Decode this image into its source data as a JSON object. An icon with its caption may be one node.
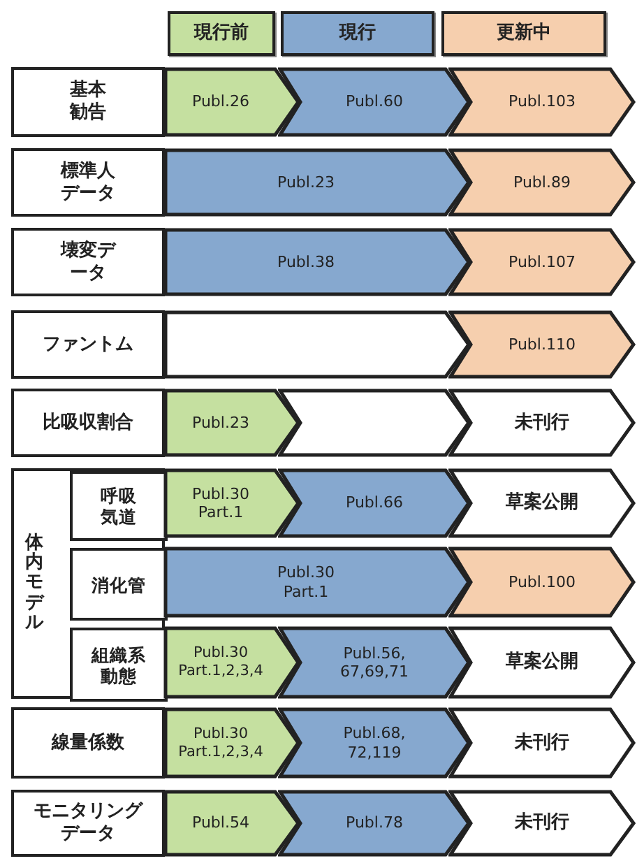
{
  "diagram": {
    "nodes": [
      {
        "text": [
          "現行前"
        ]
      },
      {
        "text": [
          "現行"
        ]
      },
      {
        "text": [
          "更新中"
        ]
      },
      {
        "text": [
          "基本勧告"
        ]
      },
      {
        "text": [
          "Publ.26"
        ]
      },
      {
        "text": [
          "Publ.60"
        ]
      },
      {
        "text": [
          "Publ.103"
        ]
      },
      {
        "text": [
          "標準人データ"
        ]
      },
      {
        "text": [
          "Publ.23"
        ]
      },
      {
        "text": [
          "Publ.89"
        ]
      },
      {
        "text": [
          "壊変データ"
        ]
      },
      {
        "text": [
          "Publ.38"
        ]
      },
      {
        "text": [
          "Publ.107"
        ]
      },
      {
        "text": [
          "ファントム"
        ]
      },
      {
        "text": [],
        "shape": "chevron"
      },
      {
        "text": [
          "Publ.110"
        ]
      },
      {
        "text": [
          "比吸収割合"
        ]
      },
      {
        "text": [
          "Publ.23"
        ]
      },
      {
        "text": [],
        "shape": "chevron"
      },
      {
        "text": [
          "未刊行"
        ]
      },
      {
        "text": [
          "体内モデル"
        ]
      },
      {
        "text": [
          "呼吸気道"
        ],
        "in": 20
      },
      {
        "text": [
          "Publ.30 Part.1"
        ]
      },
      {
        "text": [
          "Publ.66"
        ]
      },
      {
        "text": [
          "草案公開"
        ]
      },
      {
        "text": [
          "消化管"
        ],
        "in": 20
      },
      {
        "text": [
          "Publ.30 Part.1"
        ]
      },
      {
        "text": [
          "Publ.100"
        ]
      },
      {
        "text": [
          "組織系動態"
        ],
        "in": 20
      },
      {
        "text": [
          "Publ.30 Part.1,2,3,4"
        ]
      },
      {
        "text": [
          "Publ.56, 67,69,71"
        ]
      },
      {
        "text": [
          "草案公開"
        ]
      },
      {
        "text": [
          "線量係数"
        ]
      },
      {
        "text": [
          "Publ.30 Part.1,2,3,4"
        ]
      },
      {
        "text": [
          "Publ.68, 72,119"
        ]
      },
      {
        "text": [
          "未刊行"
        ]
      },
      {
        "text": [
          "モニタリングデータ"
        ]
      },
      {
        "text": [
          "Publ.54"
        ]
      },
      {
        "text": [
          "Publ.78"
        ]
      },
      {
        "text": [
          "未刊行"
        ]
      }
    ]
  }
}
